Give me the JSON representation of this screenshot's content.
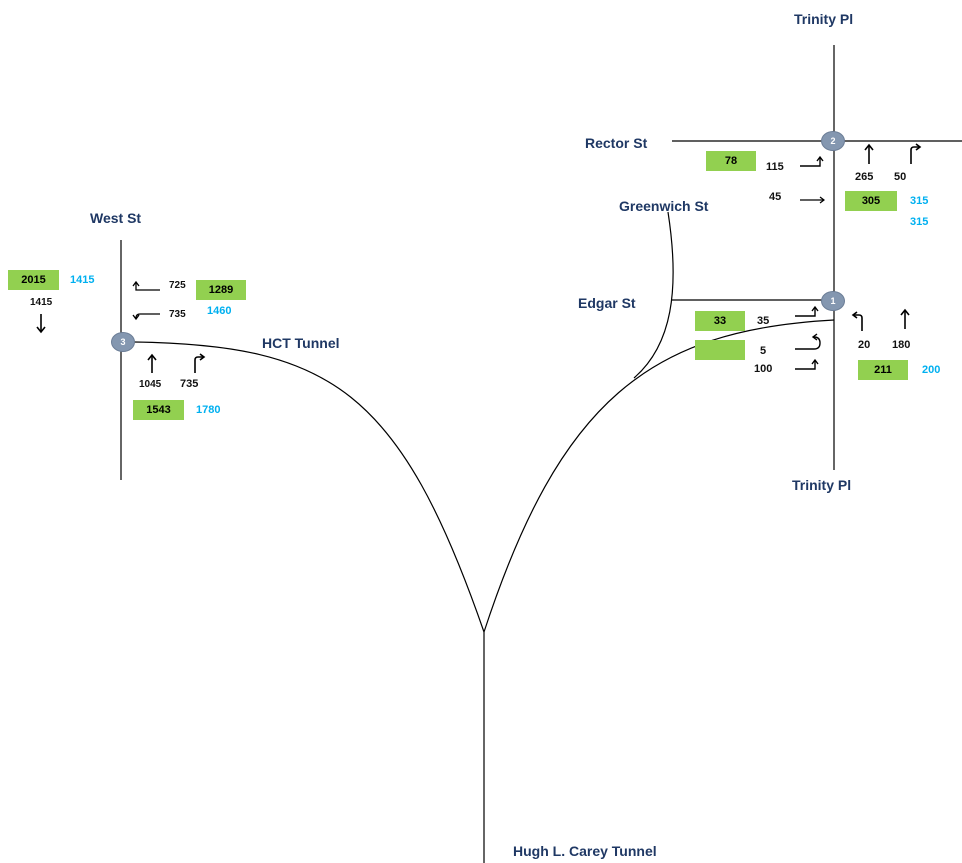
{
  "streets": {
    "trinity_top": "Trinity Pl",
    "rector": "Rector St",
    "greenwich": "Greenwich St",
    "edgar": "Edgar St",
    "trinity_bottom": "Trinity Pl",
    "west": "West St",
    "hct_tunnel": "HCT Tunnel",
    "hugh_carey": "Hugh L. Carey Tunnel"
  },
  "nodes": {
    "n1": "1",
    "n2": "2",
    "n3": "3"
  },
  "intersection_2": {
    "green_left": "78",
    "right_turn_left": "115",
    "through_east": "45",
    "through_north": "265",
    "right_north": "50",
    "green_right": "305",
    "cyan_a": "315",
    "cyan_b": "315"
  },
  "intersection_1": {
    "green_a": "33",
    "right_turn_a": "35",
    "green_b": "",
    "uturn": "5",
    "right_turn_b": "100",
    "left_north": "20",
    "through_north": "180",
    "green_right": "211",
    "cyan_right": "200"
  },
  "intersection_3": {
    "green_left": "2015",
    "cyan_left": "1415",
    "southbound": "1415",
    "left_725": "725",
    "left_735": "735",
    "green_right": "1289",
    "cyan_right": "1460",
    "through_north": "1045",
    "right_north": "735",
    "green_bottom": "1543",
    "cyan_bottom": "1780"
  },
  "colors": {
    "street_label": "#1f3864",
    "green_box": "#92d050",
    "cyan_value": "#00b0f0",
    "node": "#8497b0"
  },
  "icons": [
    "arrow-up-icon",
    "arrow-down-icon",
    "right-turn-icon",
    "left-turn-icon",
    "u-turn-icon",
    "arrow-right-icon"
  ]
}
